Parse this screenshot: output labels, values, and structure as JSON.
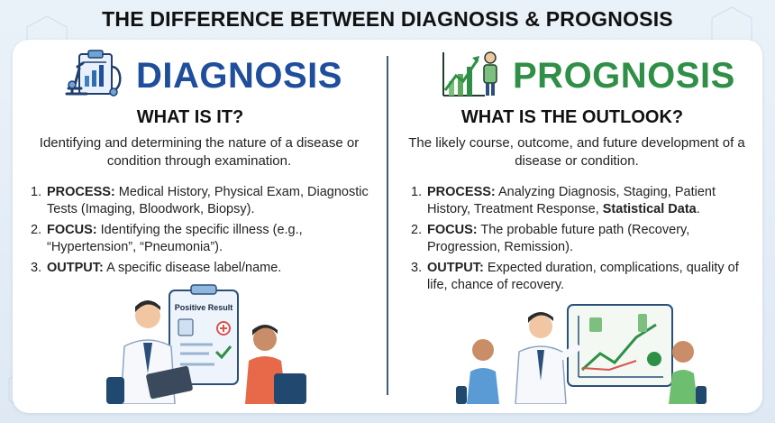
{
  "title": "THE DIFFERENCE BETWEEN DIAGNOSIS & PROGNOSIS",
  "colors": {
    "diagnosis": "#1f4e9c",
    "prognosis": "#2f8f46",
    "divider": "#3b5d80"
  },
  "diagnosis": {
    "heading": "DIAGNOSIS",
    "icon": "microscope-clipboard-icon",
    "question": "WHAT IS IT?",
    "definition": "Identifying and determining the nature of a disease or condition through examination.",
    "points": [
      {
        "num": "1.",
        "label": "PROCESS:",
        "text": " Medical History, Physical Exam, Diagnostic Tests (Imaging, Bloodwork, Biopsy).",
        "bold_tail": ""
      },
      {
        "num": "2.",
        "label": "FOCUS:",
        "text": " Identifying the specific illness (e.g., “Hypertension”, “Pneumonia”).",
        "bold_tail": ""
      },
      {
        "num": "3.",
        "label": "OUTPUT:",
        "text": " A specific disease label/name.",
        "bold_tail": ""
      }
    ],
    "illustration": {
      "card_title": "Positive Result"
    }
  },
  "prognosis": {
    "heading": "PROGNOSIS",
    "icon": "growth-chart-person-icon",
    "question": "WHAT IS THE OUTLOOK?",
    "definition": "The likely course, outcome, and future development of a disease or condition.",
    "points": [
      {
        "num": "1.",
        "label": "PROCESS:",
        "text": " Analyzing Diagnosis, Staging, Patient History, Treatment Response, ",
        "bold_tail": "Statistical Data",
        "tail": "."
      },
      {
        "num": "2.",
        "label": "FOCUS:",
        "text": " The probable future path (Recovery, Progression, Remission).",
        "bold_tail": ""
      },
      {
        "num": "3.",
        "label": "OUTPUT:",
        "text": " Expected duration, complications, quality of life, chance of recovery.",
        "bold_tail": ""
      }
    ]
  }
}
